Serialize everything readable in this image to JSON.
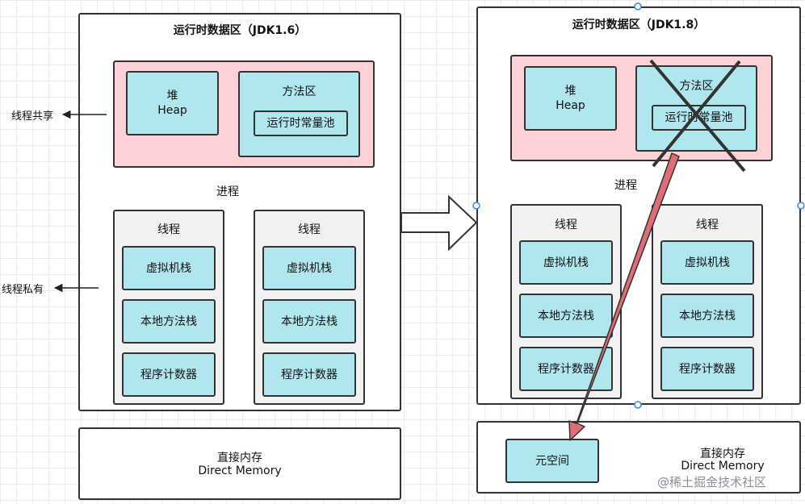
{
  "left_panel": {
    "title": "运行时数据区（JDK1.6）",
    "heap": {
      "line1": "堆",
      "line2": "Heap"
    },
    "method_area": {
      "label": "方法区",
      "constant_pool": "运行时常量池"
    },
    "process_label": "进程",
    "thread1": {
      "label": "线程",
      "vm_stack": "虚拟机栈",
      "native_stack": "本地方法栈",
      "pc": "程序计数器"
    },
    "thread2": {
      "label": "线程",
      "vm_stack": "虚拟机栈",
      "native_stack": "本地方法栈",
      "pc": "程序计数器"
    }
  },
  "left_direct_memory": {
    "line1": "直接内存",
    "line2": "Direct Memory"
  },
  "side_labels": {
    "shared": "线程共享",
    "private": "线程私有"
  },
  "right_panel": {
    "title": "运行时数据区（JDK1.8）",
    "heap": {
      "line1": "堆",
      "line2": "Heap"
    },
    "method_area": {
      "label": "方法区",
      "constant_pool": "运行时常量池"
    },
    "process_label": "进程",
    "thread1": {
      "label": "线程",
      "vm_stack": "虚拟机栈",
      "native_stack": "本地方法栈",
      "pc": "程序计数器"
    },
    "thread2": {
      "label": "线程",
      "vm_stack": "虚拟机栈",
      "native_stack": "本地方法栈",
      "pc": "程序计数器"
    }
  },
  "right_direct_memory": {
    "line1": "直接内存",
    "line2": "Direct Memory",
    "metaspace": "元空间"
  },
  "watermark": "@稀土掘金技术社区",
  "colors": {
    "heap_bg": "#ffd0d6",
    "box_bg": "#b0e7ee",
    "thread_bg": "#f2f2f2",
    "migration_arrow": "#e06c75"
  }
}
